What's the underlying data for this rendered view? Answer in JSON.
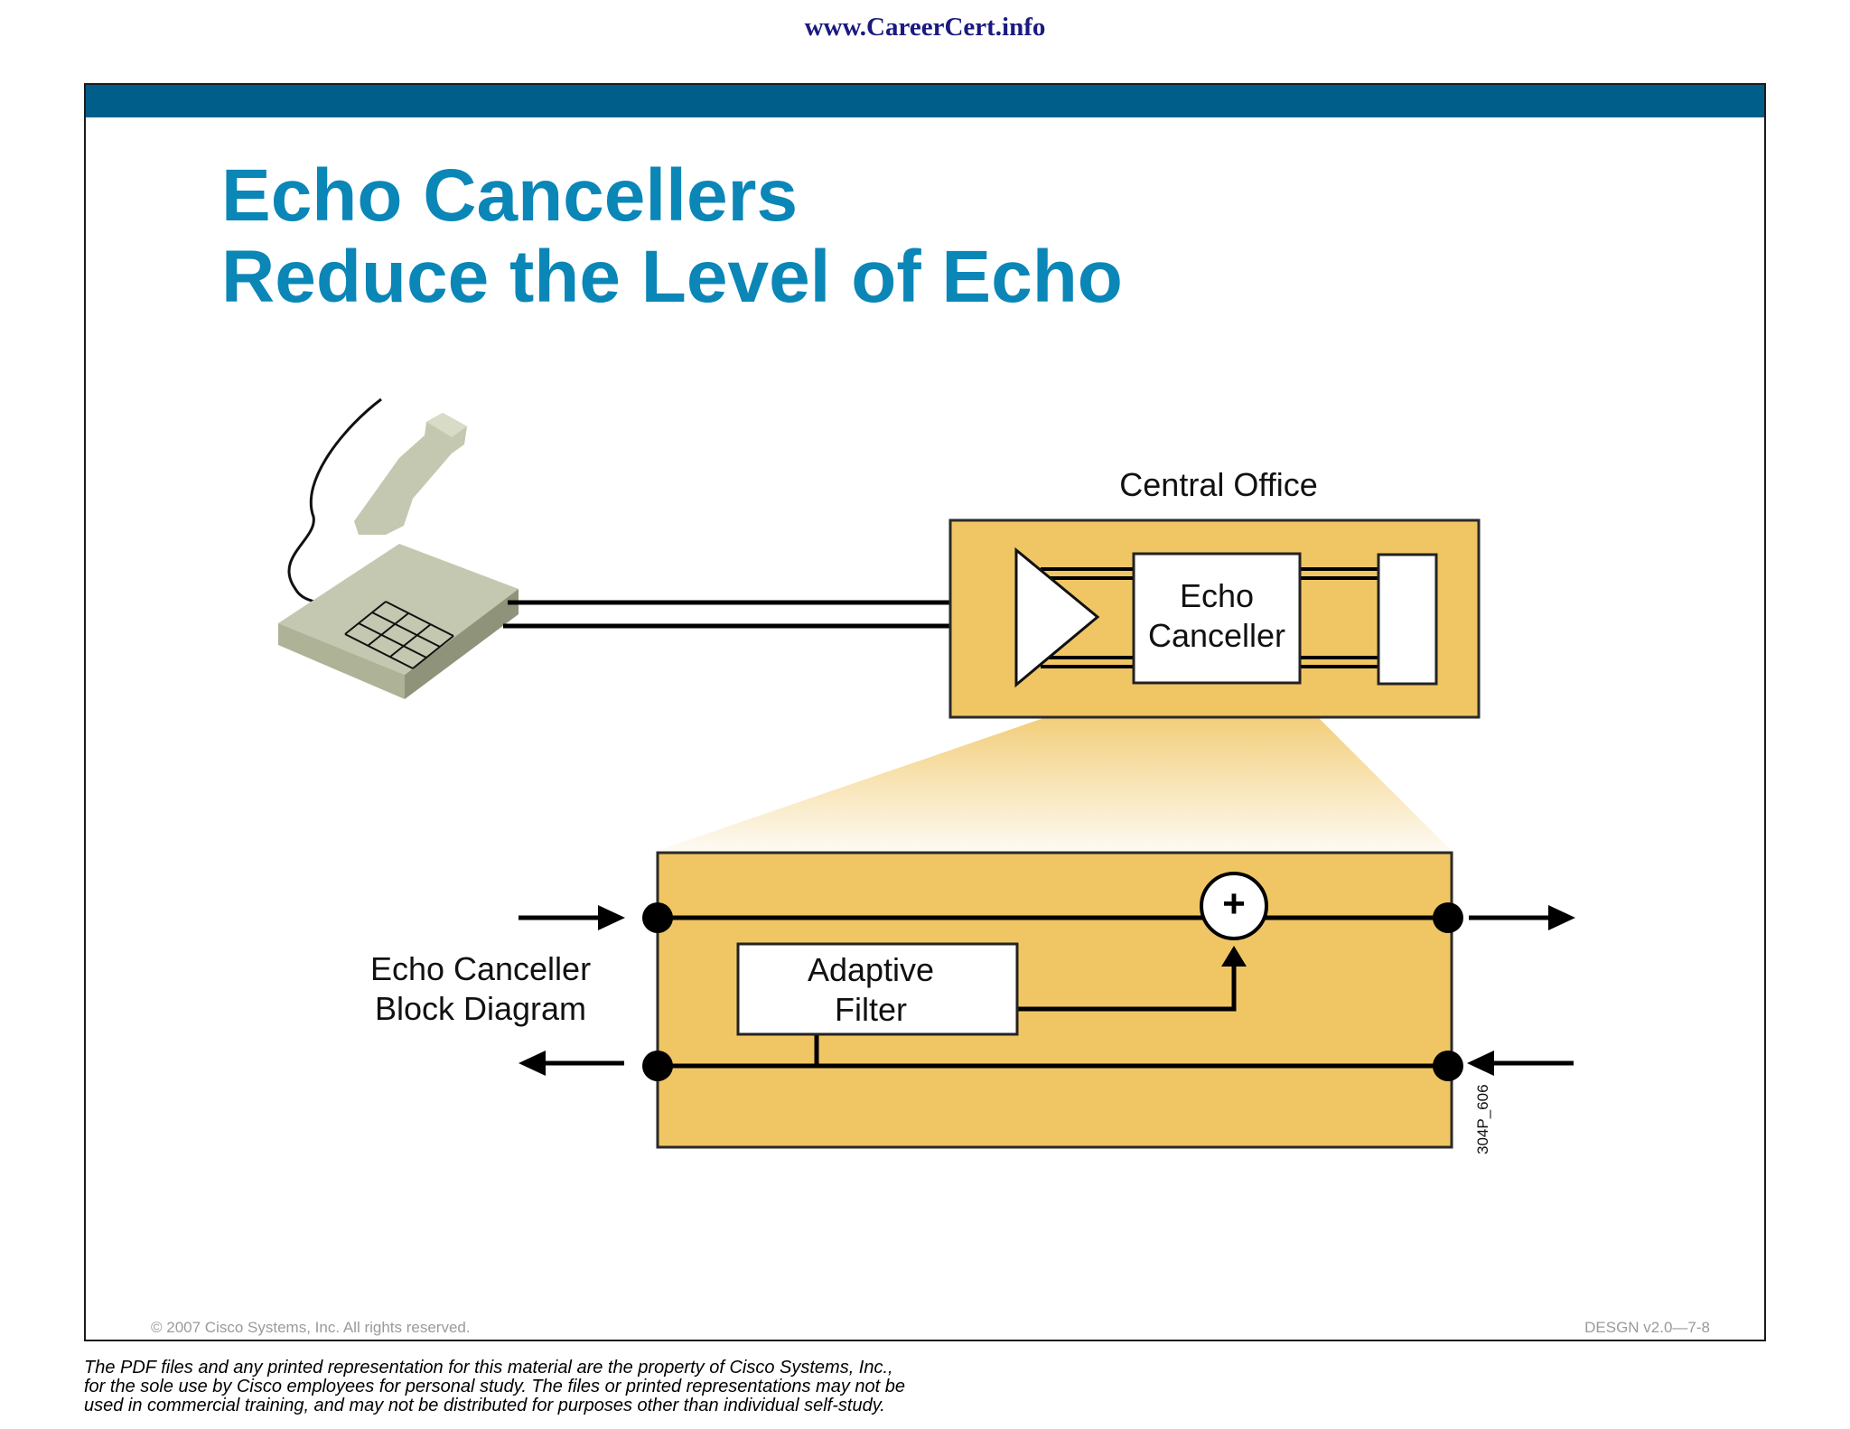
{
  "header": {
    "url": "www.CareerCert.info"
  },
  "slide": {
    "title_line1": "Echo Cancellers",
    "title_line2": "Reduce the Level of Echo",
    "copyright": "© 2007 Cisco Systems, Inc. All rights reserved.",
    "slide_code": "DESGN v2.0—7-8"
  },
  "diagram": {
    "central_office_label": "Central Office",
    "echo_canceller_box": {
      "line1": "Echo",
      "line2": "Canceller"
    },
    "block_diagram_label": {
      "line1": "Echo Canceller",
      "line2": "Block Diagram"
    },
    "adaptive_filter": {
      "line1": "Adaptive",
      "line2": "Filter"
    },
    "summer_symbol": "+",
    "figure_id": "304P_606",
    "colors": {
      "box_fill": "#f0c664",
      "box_border": "#2a2a2a",
      "phone": "#c5c8b0"
    }
  },
  "footer": {
    "disclaimer_line1": "The PDF files and any printed representation for this material are the property of Cisco Systems, Inc.,",
    "disclaimer_line2": "for the sole use by Cisco employees for personal study. The files or printed representations may not be",
    "disclaimer_line3": "used in commercial training, and may not be distributed for purposes other than individual self-study."
  }
}
